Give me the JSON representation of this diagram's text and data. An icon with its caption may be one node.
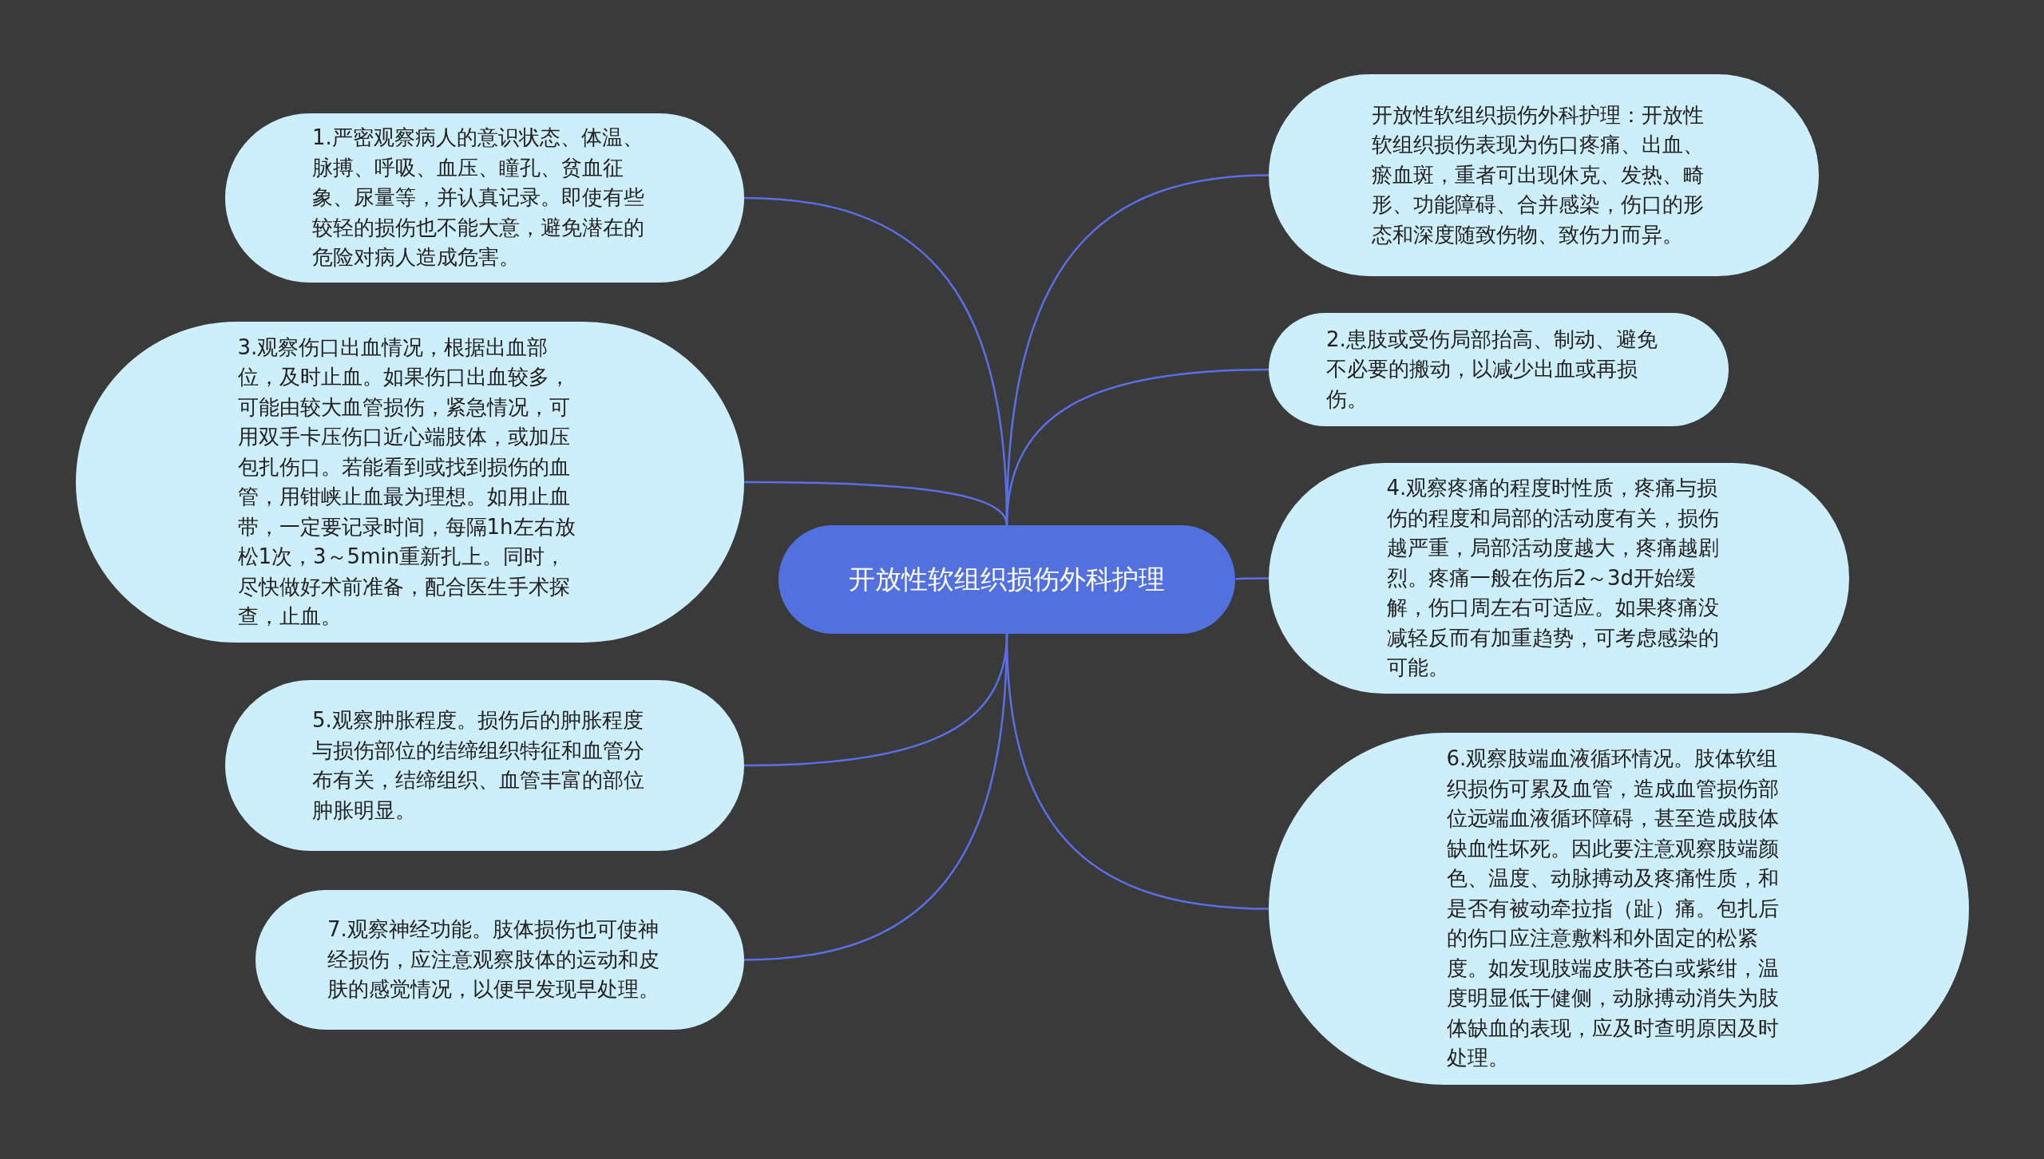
{
  "diagram": {
    "nodes": [
      {
        "text": [
          "开放性软组织损伤外科护理"
        ]
      },
      {
        "text": [
          "1.严密观察病人的意识状态、体温、脉搏、呼吸、血压、瞳孔、贫血征象、尿量等，并认真记录。即使有些较轻的损伤也不能大意，避免潜在的危险对病人造成危害。"
        ]
      },
      {
        "text": [
          "3.观察伤口出血情况，根据出血部位，及时止血。如果伤口出血较多，可能由较大血管损伤，紧急情况，可用双手卡压伤口近心端肢体，或加压包扎伤口。若能看到或找到损伤的血管，用钳峡止血最为理想。如用止血带，一定要记录时间，每隔1h左右放松1次，3～5min重新扎上。同时，尽快做好术前准备，配合医生手术探查，止血。"
        ]
      },
      {
        "text": [
          "5.观察肿胀程度。损伤后的肿胀程度与损伤部位的结缔组织特征和血管分布有关，结缔组织、血管丰富的部位肿胀明显。"
        ]
      },
      {
        "text": [
          "7.观察神经功能。肢体损伤也可使神经损伤，应注意观察肢体的运动和皮肤的感觉情况，以便早发现早处理。"
        ]
      },
      {
        "text": [
          "开放性软组织损伤外科护理：开放性软组织损伤表现为伤口疼痛、出血、瘀血斑，重者可出现休克、发热、畸形、功能障碍、合并感染，伤口的形态和深度随致伤物、致伤力而异。"
        ]
      },
      {
        "text": [
          "2.患肢或受伤局部抬高、制动、避免不必要的搬动，以减少出血或再损伤。"
        ]
      },
      {
        "text": [
          "4.观察疼痛的程度时性质，疼痛与损伤的程度和局部的活动度有关，损伤越严重，局部活动度越大，疼痛越剧烈。疼痛一般在伤后2～3d开始缓解，伤口周左右可适应。如果疼痛没减轻反而有加重趋势，可考虑感染的可能。"
        ]
      },
      {
        "text": [
          "6.观察肢端血液循环情况。肢体软组织损伤可累及血管，造成血管损伤部位远端血液循环障碍，甚至造成肢体缺血性坏死。因此要注意观察肢端颜色、温度、动脉搏动及疼痛性质，和是否有被动牵拉指（趾）痛。包扎后的伤口应注意敷料和外固定的松紧度。如发现肢端皮肤苍白或紫绀，温度明显低于健侧，动脉搏动消失为肢体缺血的表现，应及时查明原因及时处理。"
        ]
      }
    ],
    "edges": [
      {
        "from": 0,
        "to": 1,
        "arrow": "none"
      },
      {
        "from": 0,
        "to": 2,
        "arrow": "none"
      },
      {
        "from": 0,
        "to": 3,
        "arrow": "none"
      },
      {
        "from": 0,
        "to": 4,
        "arrow": "none"
      },
      {
        "from": 0,
        "to": 5,
        "arrow": "none"
      },
      {
        "from": 0,
        "to": 6,
        "arrow": "none"
      },
      {
        "from": 0,
        "to": 7,
        "arrow": "none"
      },
      {
        "from": 0,
        "to": 8,
        "arrow": "none"
      }
    ]
  }
}
